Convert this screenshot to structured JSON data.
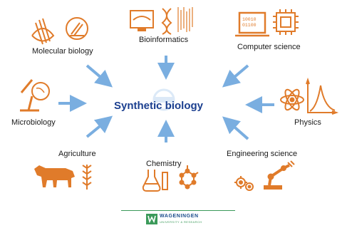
{
  "center": {
    "title": "Synthetic biology"
  },
  "fields": {
    "molecular_biology": "Molecular biology",
    "bioinformatics": "Bioinformatics",
    "computer_science": "Computer science",
    "microbiology": "Microbiology",
    "physics": "Physics",
    "agriculture": "Agriculture",
    "chemistry": "Chemistry",
    "engineering_science": "Engineering science"
  },
  "icon_texts": {
    "binary_line_1": "10010",
    "binary_line_2": "01100"
  },
  "footer": {
    "institution": "WAGENINGEN",
    "subtitle": "UNIVERSITY & RESEARCH"
  },
  "colors": {
    "accent": "#e07b2a",
    "arrow": "#7aaee0",
    "title": "#1b3f8f",
    "logo_green": "#3b9a5a",
    "logo_blue": "#1a4c8c"
  },
  "icons": [
    "dna-icon",
    "microscope-cell-icon",
    "dna-sequence-icon",
    "laptop-icon",
    "chip-icon",
    "microscope-icon",
    "atom-icon",
    "graph-icon",
    "cow-icon",
    "wheat-icon",
    "flask-icon",
    "molecule-icon",
    "gears-icon",
    "robot-arm-icon"
  ]
}
